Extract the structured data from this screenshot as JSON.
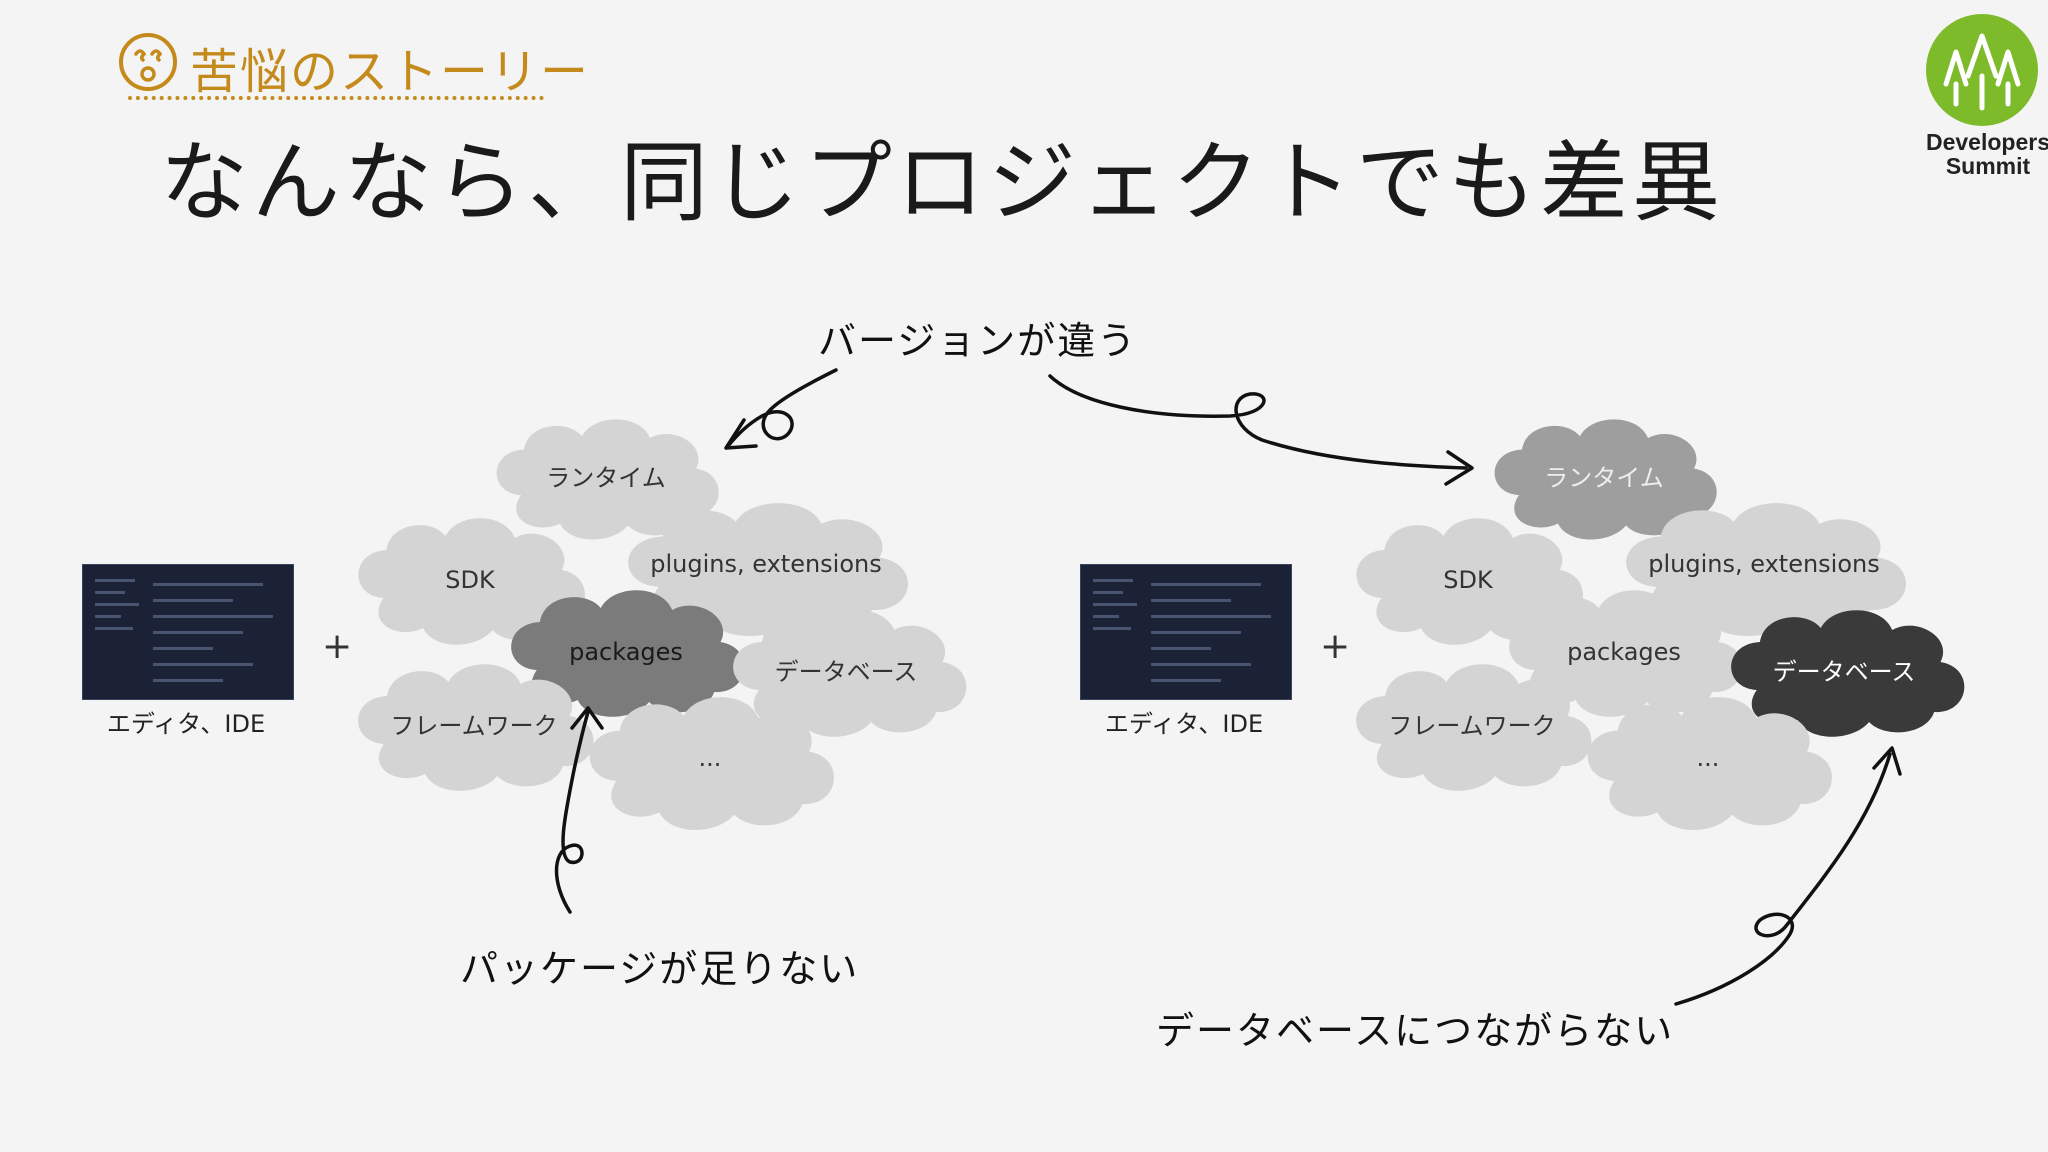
{
  "header": {
    "section_label": "苦悩のストーリー",
    "title": "なんなら、同じプロジェクトでも差異"
  },
  "logo": {
    "line1": "Developers",
    "line2": "Summit"
  },
  "diagram": {
    "left": {
      "editor_caption": "エディタ、IDE",
      "plus": "+",
      "clouds": {
        "runtime": "ランタイム",
        "sdk": "SDK",
        "plugins": "plugins, extensions",
        "packages": "packages",
        "database": "データベース",
        "framework": "フレームワーク",
        "more": "..."
      },
      "callout_bottom": "パッケージが足りない"
    },
    "right": {
      "editor_caption": "エディタ、IDE",
      "plus": "+",
      "clouds": {
        "runtime": "ランタイム",
        "sdk": "SDK",
        "plugins": "plugins, extensions",
        "packages": "packages",
        "database": "データベース",
        "framework": "フレームワーク",
        "more": "..."
      },
      "callout_bottom": "データベースにつながらない"
    },
    "callout_top": "バージョンが違う"
  },
  "colors": {
    "accent": "#c48a1c",
    "cloud_light": "#d4d4d4",
    "cloud_mid": "#7b7b7b",
    "cloud_gray": "#9e9e9e",
    "cloud_dark": "#3a3a3a",
    "logo_green": "#7dbb2a"
  }
}
